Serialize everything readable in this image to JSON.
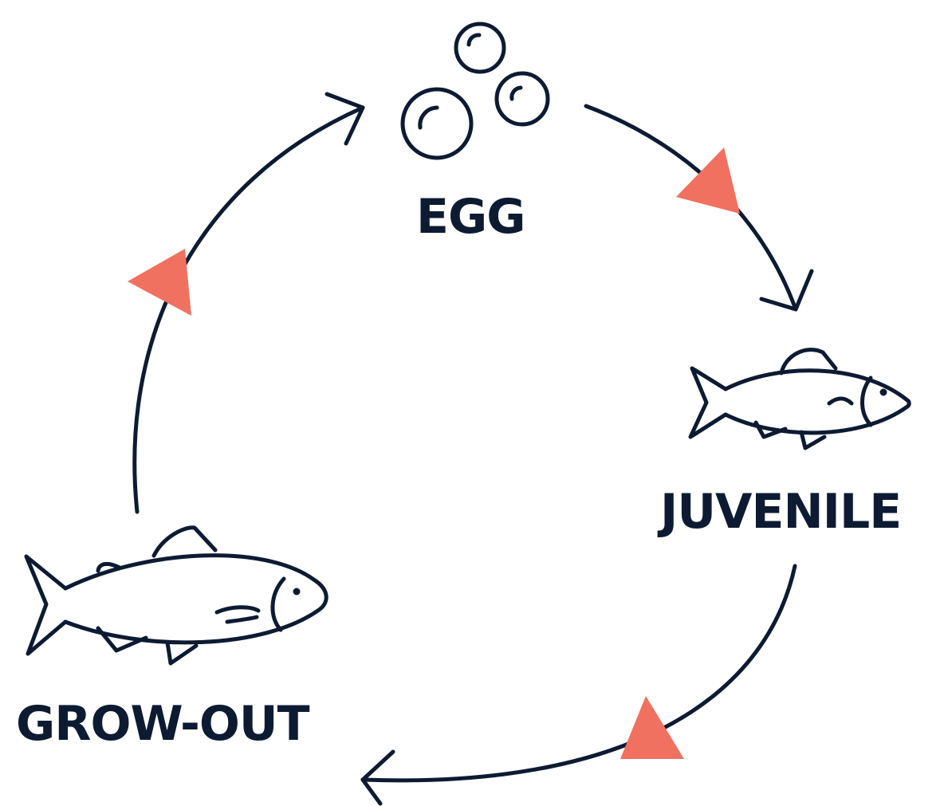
{
  "colors": {
    "ink": "#0d1b32",
    "accent": "#f07160",
    "background": "#ffffff"
  },
  "stages": [
    {
      "id": "egg",
      "label": "EGG",
      "icon": "eggs-icon"
    },
    {
      "id": "juvenile",
      "label": "JUVENILE",
      "icon": "juvenile-fish-icon"
    },
    {
      "id": "grow_out",
      "label": "GROW-OUT",
      "icon": "adult-fish-icon"
    }
  ]
}
